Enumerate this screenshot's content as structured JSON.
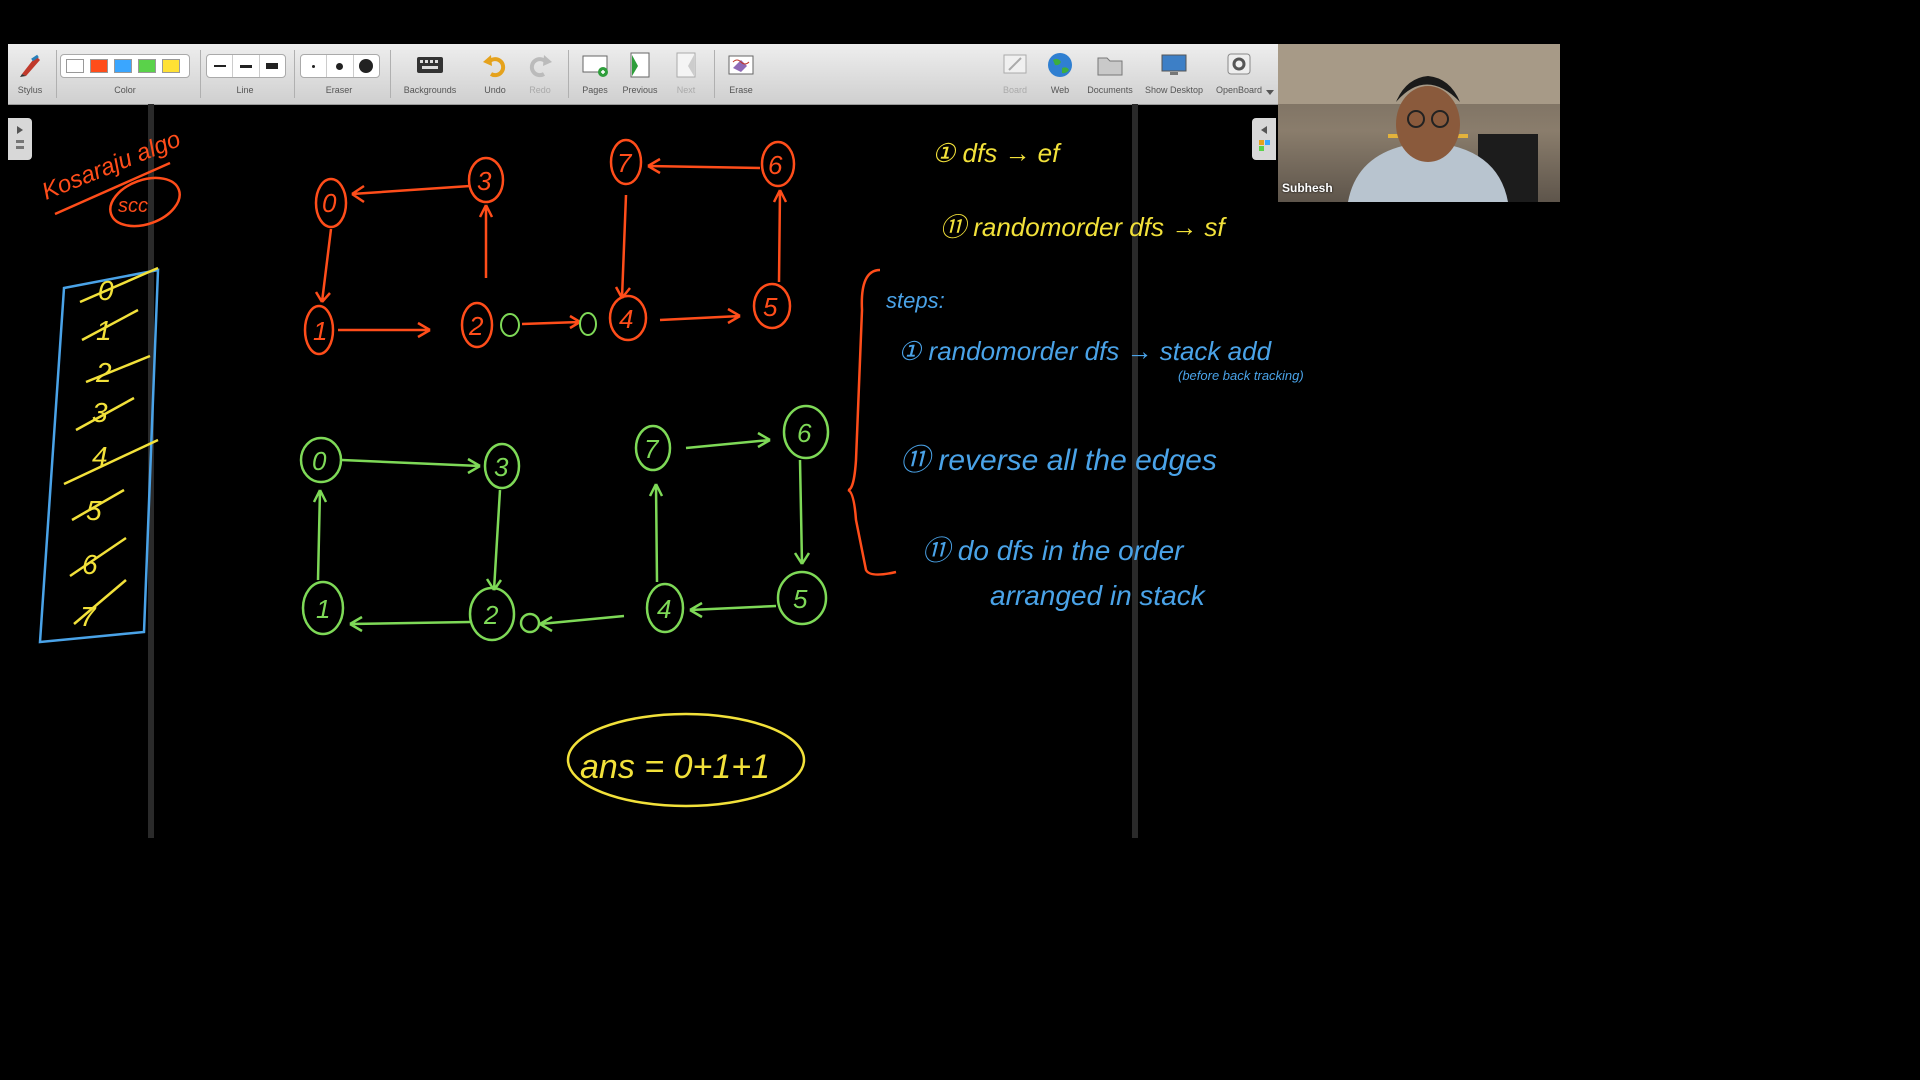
{
  "toolbar": {
    "stylus": "Stylus",
    "color": "Color",
    "line": "Line",
    "eraser": "Eraser",
    "backgrounds": "Backgrounds",
    "undo": "Undo",
    "redo": "Redo",
    "pages": "Pages",
    "previous": "Previous",
    "next": "Next",
    "erase": "Erase",
    "board": "Board",
    "web": "Web",
    "documents": "Documents",
    "show_desktop": "Show Desktop",
    "openboard": "OpenBoard"
  },
  "swatches": [
    "#ffffff",
    "#ff4d1a",
    "#3aa6ff",
    "#5ad24a",
    "#ffe135"
  ],
  "webcam": {
    "name": "Subhesh"
  },
  "board": {
    "title": "Kosaraju algo",
    "subtitle": "scc",
    "stack": [
      "0",
      "1",
      "2",
      "3",
      "4",
      "5",
      "6",
      "7"
    ],
    "graph1_nodes": [
      "0",
      "3",
      "7",
      "6",
      "1",
      "2",
      "4",
      "5"
    ],
    "graph2_nodes": [
      "0",
      "3",
      "7",
      "6",
      "1",
      "2",
      "4",
      "5"
    ],
    "notes": {
      "n1": "① dfs → ef",
      "n2": "⑪ randomorder dfs → sf",
      "steps": "steps:",
      "s1": "① randomorder dfs → stack add",
      "s1b": "(before back tracking)",
      "s2": "⑪ reverse all the edges",
      "s3a": "⑪ do dfs in the order",
      "s3b": "arranged in stack"
    },
    "answer": "ans = 0+1+1"
  },
  "colors": {
    "red": "#ff4d1a",
    "green": "#7ed957",
    "yellow": "#f2e13a",
    "blue": "#4aa3e8"
  }
}
